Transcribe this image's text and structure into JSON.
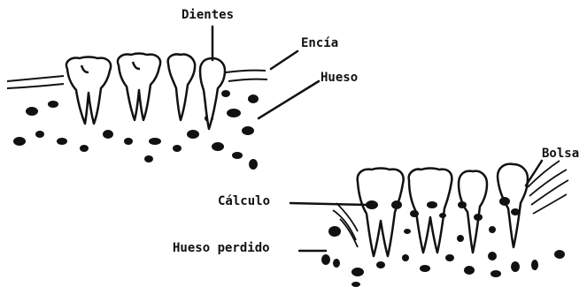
{
  "labels": {
    "dientes": "Dientes",
    "encia": "Encía",
    "hueso": "Hueso",
    "bolsa": "Bolsa",
    "calculo": "Cálculo",
    "hueso_perdido": "Hueso perdido"
  }
}
